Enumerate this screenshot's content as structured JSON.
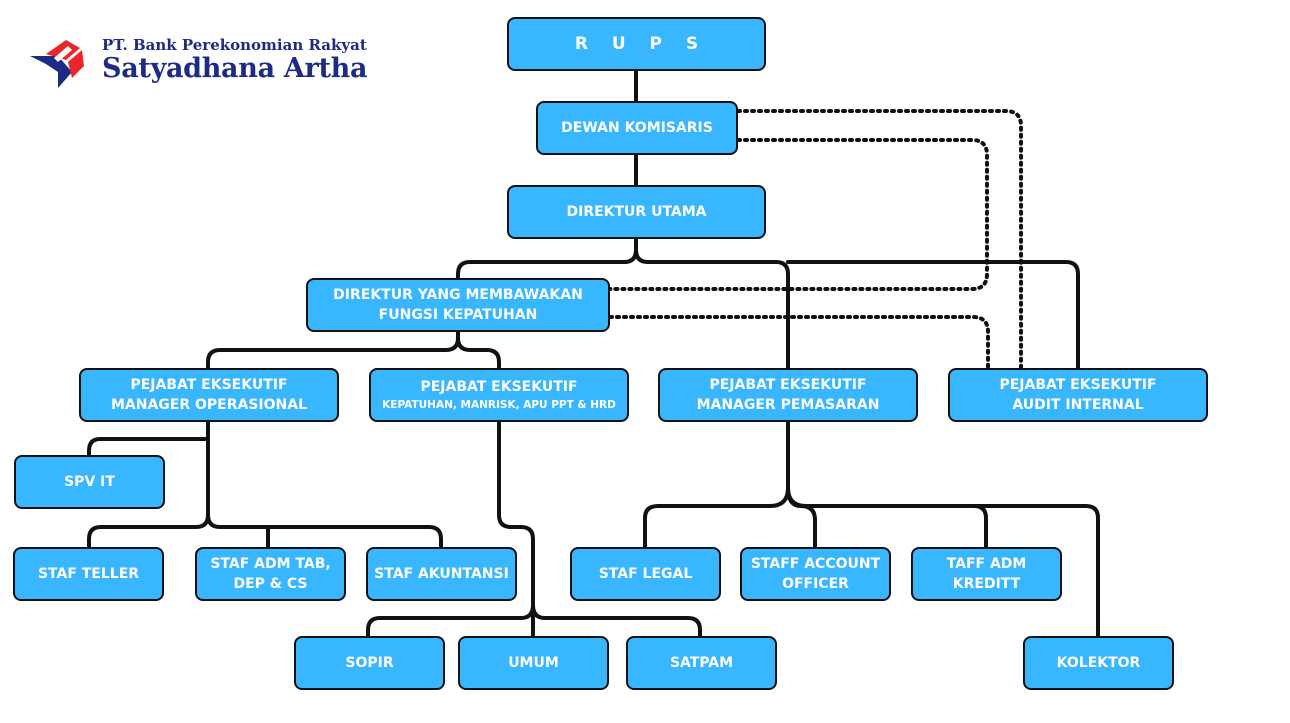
{
  "header": {
    "company_line1": "PT. Bank Perekonomian Rakyat",
    "company_line2": "Satyadhana Artha",
    "logo_icon": "bank-logo-icon"
  },
  "colors": {
    "box_fill": "#38b6ff",
    "box_border": "#111111",
    "box_text": "#ffffff",
    "brand_navy": "#1d2a86",
    "brand_red": "#e8262b"
  },
  "nodes": {
    "rups": "R U P S",
    "dewan_komisaris": "DEWAN KOMISARIS",
    "direktur_utama": "DIREKTUR UTAMA",
    "direktur_kepatuhan": {
      "line1": "DIREKTUR YANG MEMBAWAKAN",
      "line2": "FUNGSI KEPATUHAN"
    },
    "pe_operasional": {
      "line1": "PEJABAT EKSEKUTIF",
      "line2": "MANAGER OPERASIONAL"
    },
    "pe_kepatuhan": {
      "line1": "PEJABAT EKSEKUTIF",
      "line2": "KEPATUHAN, MANRISK, APU PPT & HRD"
    },
    "pe_pemasaran": {
      "line1": "PEJABAT EKSEKUTIF",
      "line2": "MANAGER PEMASARAN"
    },
    "pe_audit": {
      "line1": "PEJABAT EKSEKUTIF",
      "line2": "AUDIT INTERNAL"
    },
    "spv_it": "SPV IT",
    "staf_teller": "STAF TELLER",
    "staf_adm_tab": {
      "line1": "STAF ADM TAB,",
      "line2": "DEP & CS"
    },
    "staf_akuntansi": "STAF AKUNTANSI",
    "staf_legal": "STAF LEGAL",
    "staff_ao": {
      "line1": "STAFF ACCOUNT",
      "line2": "OFFICER"
    },
    "taff_adm_kredit": {
      "line1": "TAFF ADM",
      "line2": "KREDITT"
    },
    "sopir": "SOPIR",
    "umum": "UMUM",
    "satpam": "SATPAM",
    "kolektor": "KOLEKTOR"
  }
}
